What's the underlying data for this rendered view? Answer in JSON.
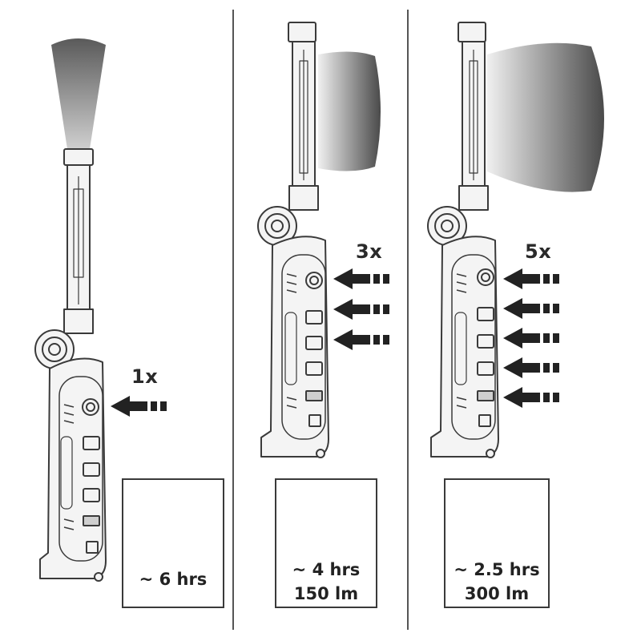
{
  "panels": [
    {
      "press": "1x",
      "arrows": 1,
      "time": "~ 6 hrs",
      "lumens": ""
    },
    {
      "press": "3x",
      "arrows": 3,
      "time": "~ 4 hrs",
      "lumens": "150 lm"
    },
    {
      "press": "5x",
      "arrows": 5,
      "time": "~ 2.5 hrs",
      "lumens": "300 lm"
    }
  ],
  "colors": {
    "outline": "#3a3a3a",
    "body_fill": "#f4f4f4",
    "arrow": "#222222",
    "beam_dark": "#555555",
    "beam_light": "#e6e6e6"
  },
  "icons": [
    "worklight-icon",
    "press-arrow-icon",
    "stopwatch-icon"
  ]
}
